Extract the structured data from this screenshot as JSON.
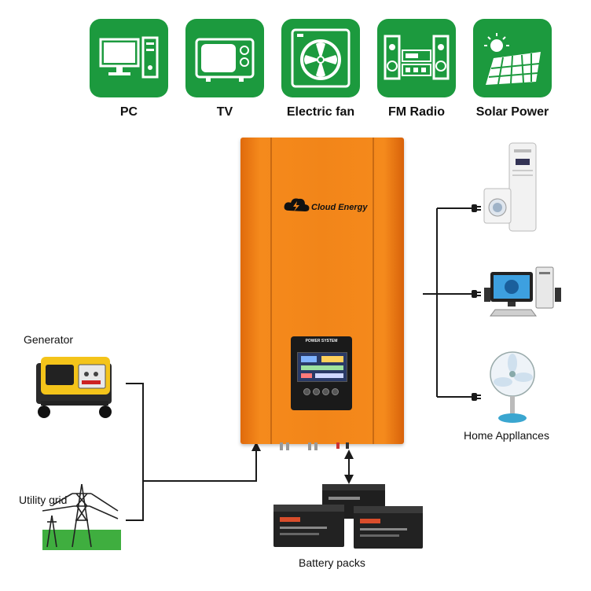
{
  "tiles": [
    {
      "label": "PC",
      "icon": "pc-icon"
    },
    {
      "label": "TV",
      "icon": "tv-icon"
    },
    {
      "label": "Electric fan",
      "icon": "electric-fan-icon"
    },
    {
      "label": "FM Radio",
      "icon": "fm-radio-icon"
    },
    {
      "label": "Solar Power",
      "icon": "solar-power-icon"
    }
  ],
  "sources": {
    "generator": "Generator",
    "utility_grid": "Utility grid"
  },
  "outputs": {
    "home_appliances": "Home Appllances"
  },
  "storage": {
    "battery_packs": "Battery packs"
  },
  "inverter": {
    "brand": "Cloud Energy",
    "panel_title": "POWER SYSTEM"
  },
  "colors": {
    "tile_green": "#1c9a3e",
    "inverter_orange": "#f28519"
  }
}
